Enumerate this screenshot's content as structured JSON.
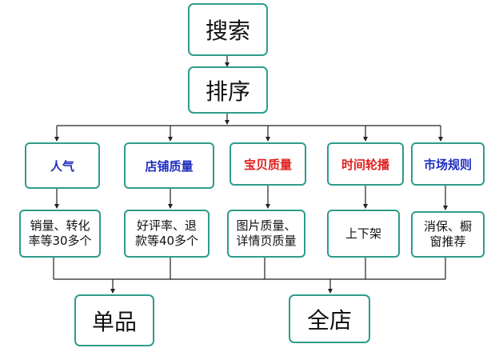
{
  "nodes": {
    "search": "搜索",
    "rank": "排序",
    "categories": [
      {
        "label": "人气",
        "color": "#1f2fbf",
        "detail": "销量、转化\n率等30多个"
      },
      {
        "label": "店铺质量",
        "color": "#1f2fbf",
        "detail": "好评率、退\n款等40多个"
      },
      {
        "label": "宝贝质量",
        "color": "#e0201e",
        "detail": "图片质量、\n详情页质量"
      },
      {
        "label": "时间轮播",
        "color": "#e0201e",
        "detail": "上下架"
      },
      {
        "label": "市场规则",
        "color": "#1f2fbf",
        "detail": "消保、橱\n窗推荐"
      }
    ],
    "single": "单品",
    "whole": "全店"
  }
}
